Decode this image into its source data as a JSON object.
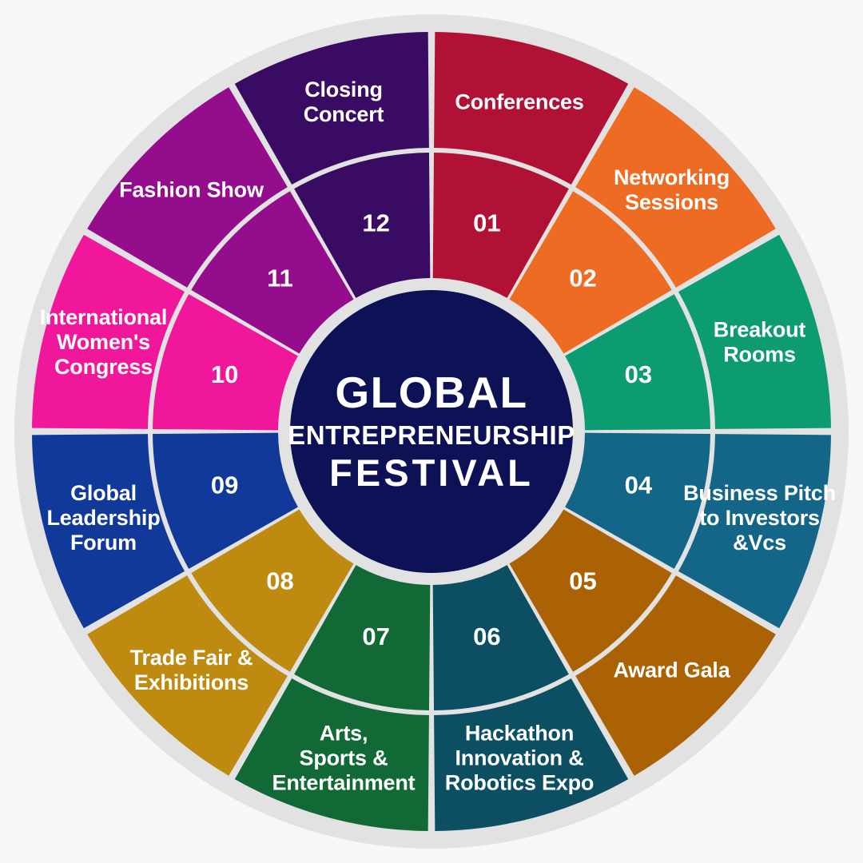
{
  "center": {
    "line1": "GLOBAL",
    "line2": "ENTREPRENEURSHIP",
    "line3": "FESTIVAL",
    "background_color": "#0D1155",
    "text_color": "#FFFFFF"
  },
  "canvas": {
    "background_color": "#F7F7F7",
    "outer_ring_color": "#E2E2E2",
    "divider_color": "#E8E8E8"
  },
  "chart_data": {
    "type": "pie",
    "title": "GLOBAL ENTREPRENEURSHIP FESTIVAL",
    "subtitle": "",
    "xlabel": "",
    "ylabel": "",
    "legend_position": "none",
    "grid": false,
    "categories": [
      "Conferences",
      "Networking Sessions",
      "Breakout Rooms",
      "Business Pitch to Investors &Vcs",
      "Award Gala",
      "Hackathon Innovation & Robotics Expo",
      "Arts, Sports & Entertainment",
      "Trade Fair & Exhibitions",
      "Global Leadership Forum",
      "International Women's Congress",
      "Fashion Show",
      "Closing Concert"
    ],
    "values": [
      8.3333,
      8.3333,
      8.3333,
      8.3333,
      8.3333,
      8.3333,
      8.3333,
      8.3333,
      8.3333,
      8.3333,
      8.3333,
      8.3333
    ],
    "colors": [
      "#B01135",
      "#EE6B23",
      "#0D9C72",
      "#136687",
      "#AB6204",
      "#0C4F63",
      "#116A36",
      "#BE8A10",
      "#10399A",
      "#F0179B",
      "#930D8C",
      "#3A0B63"
    ],
    "segment_count": 12
  },
  "segments": [
    {
      "number": "01",
      "label": "Conferences",
      "label_lines": [
        "Conferences"
      ],
      "color": "#B01135"
    },
    {
      "number": "02",
      "label": "Networking Sessions",
      "label_lines": [
        "Networking",
        "Sessions"
      ],
      "color": "#EE6B23"
    },
    {
      "number": "03",
      "label": "Breakout Rooms",
      "label_lines": [
        "Breakout",
        "Rooms"
      ],
      "color": "#0D9C72"
    },
    {
      "number": "04",
      "label": "Business Pitch to Investors &Vcs",
      "label_lines": [
        "Business Pitch",
        "to Investors",
        "&Vcs"
      ],
      "color": "#136687"
    },
    {
      "number": "05",
      "label": "Award Gala",
      "label_lines": [
        "Award Gala"
      ],
      "color": "#AB6204"
    },
    {
      "number": "06",
      "label": "Hackathon Innovation & Robotics Expo",
      "label_lines": [
        "Hackathon",
        "Innovation &",
        "Robotics Expo"
      ],
      "color": "#0C4F63"
    },
    {
      "number": "07",
      "label": "Arts, Sports & Entertainment",
      "label_lines": [
        "Arts,",
        "Sports &",
        "Entertainment"
      ],
      "color": "#116A36"
    },
    {
      "number": "08",
      "label": "Trade Fair & Exhibitions",
      "label_lines": [
        "Trade Fair &",
        "Exhibitions"
      ],
      "color": "#BE8A10"
    },
    {
      "number": "09",
      "label": "Global Leadership Forum",
      "label_lines": [
        "Global",
        "Leadership",
        "Forum"
      ],
      "color": "#10399A"
    },
    {
      "number": "10",
      "label": "International Women's Congress",
      "label_lines": [
        "International",
        "Women's",
        "Congress"
      ],
      "color": "#F0179B"
    },
    {
      "number": "11",
      "label": "Fashion Show",
      "label_lines": [
        "Fashion Show"
      ],
      "color": "#930D8C"
    },
    {
      "number": "12",
      "label": "Closing Concert",
      "label_lines": [
        "Closing",
        "Concert"
      ],
      "color": "#3A0B63"
    }
  ]
}
